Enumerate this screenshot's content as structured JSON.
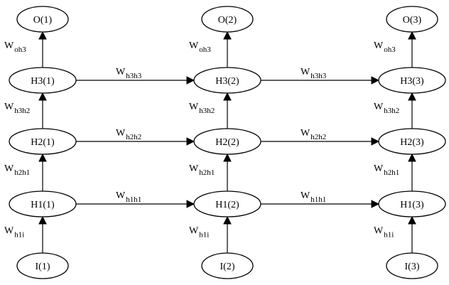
{
  "diagram": {
    "nodes": [
      {
        "id": "O1",
        "label": "O(1)"
      },
      {
        "id": "O2",
        "label": "O(2)"
      },
      {
        "id": "O3",
        "label": "O(3)"
      },
      {
        "id": "H31",
        "label": "H3(1)"
      },
      {
        "id": "H32",
        "label": "H3(2)"
      },
      {
        "id": "H33",
        "label": "H3(3)"
      },
      {
        "id": "H21",
        "label": "H2(1)"
      },
      {
        "id": "H22",
        "label": "H2(2)"
      },
      {
        "id": "H23",
        "label": "H2(3)"
      },
      {
        "id": "H11",
        "label": "H1(1)"
      },
      {
        "id": "H12",
        "label": "H1(2)"
      },
      {
        "id": "H13",
        "label": "H1(3)"
      },
      {
        "id": "I1",
        "label": "I(1)"
      },
      {
        "id": "I2",
        "label": "I(2)"
      },
      {
        "id": "I3",
        "label": "I(3)"
      }
    ],
    "edges": [
      {
        "from": "I1",
        "to": "H11",
        "base": "W",
        "sub": "h1i"
      },
      {
        "from": "I2",
        "to": "H12",
        "base": "W",
        "sub": "h1i"
      },
      {
        "from": "I3",
        "to": "H13",
        "base": "W",
        "sub": "h1i"
      },
      {
        "from": "H11",
        "to": "H21",
        "base": "W",
        "sub": "h2h1"
      },
      {
        "from": "H12",
        "to": "H22",
        "base": "W",
        "sub": "h2h1"
      },
      {
        "from": "H13",
        "to": "H23",
        "base": "W",
        "sub": "h2h1"
      },
      {
        "from": "H21",
        "to": "H31",
        "base": "W",
        "sub": "h3h2"
      },
      {
        "from": "H22",
        "to": "H32",
        "base": "W",
        "sub": "h3h2"
      },
      {
        "from": "H23",
        "to": "H33",
        "base": "W",
        "sub": "h3h2"
      },
      {
        "from": "H31",
        "to": "O1",
        "base": "W",
        "sub": "oh3"
      },
      {
        "from": "H32",
        "to": "O2",
        "base": "W",
        "sub": "oh3"
      },
      {
        "from": "H33",
        "to": "O3",
        "base": "W",
        "sub": "oh3"
      },
      {
        "from": "H11",
        "to": "H12",
        "base": "W",
        "sub": "h1h1"
      },
      {
        "from": "H12",
        "to": "H13",
        "base": "W",
        "sub": "h1h1"
      },
      {
        "from": "H21",
        "to": "H22",
        "base": "W",
        "sub": "h2h2"
      },
      {
        "from": "H22",
        "to": "H23",
        "base": "W",
        "sub": "h2h2"
      },
      {
        "from": "H31",
        "to": "H32",
        "base": "W",
        "sub": "h3h3"
      },
      {
        "from": "H32",
        "to": "H33",
        "base": "W",
        "sub": "h3h3"
      }
    ]
  }
}
